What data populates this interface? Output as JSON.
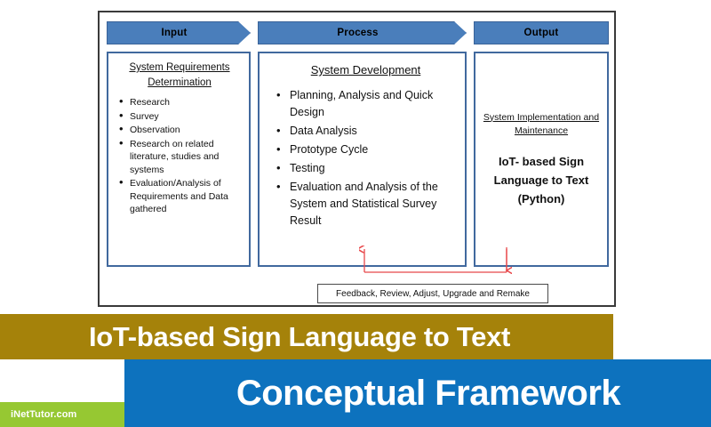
{
  "diagram": {
    "columns": [
      {
        "id": "input",
        "header": "Input",
        "title": "System Requirements Determination",
        "items": [
          "Research",
          "Survey",
          "Observation",
          "Research on related literature, studies and systems",
          "Evaluation/Analysis of Requirements and Data gathered"
        ]
      },
      {
        "id": "process",
        "header": "Process",
        "title": "System Development",
        "items": [
          "Planning, Analysis and Quick Design",
          "Data Analysis",
          "Prototype Cycle",
          "Testing",
          "Evaluation and Analysis of the System and Statistical Survey Result"
        ]
      },
      {
        "id": "output",
        "header": "Output",
        "subtitle": "System Implementation and Maintenance",
        "main": "IoT- based Sign Language to Text (Python)"
      }
    ],
    "feedback": {
      "label": "Feedback, Review, Adjust, Upgrade and Remake",
      "arrow_color": "#e8484a"
    }
  },
  "banner": {
    "gold_text": "IoT-based Sign Language to Text",
    "blue_text": "Conceptual Framework",
    "logo_text": "iNetTutor.com"
  },
  "colors": {
    "header_blue": "#4a7ebb",
    "box_border_blue": "#41699e",
    "frame_black": "#3a3a3a",
    "banner_gold": "#a5820a",
    "banner_blue": "#0d72be",
    "logo_green": "#96c832",
    "feedback_red": "#e8484a"
  }
}
